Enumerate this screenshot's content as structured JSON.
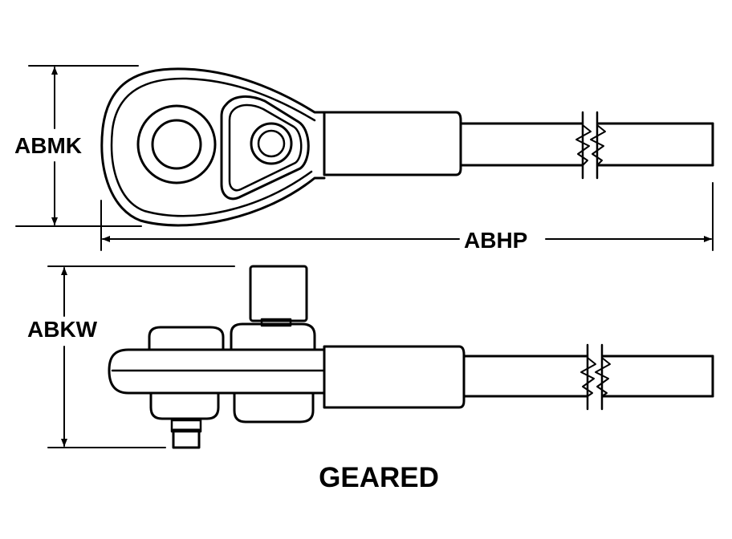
{
  "labels": {
    "height_dim": "ABMK",
    "length_dim": "ABHP",
    "width_dim": "ABKW",
    "caption": "GEARED"
  },
  "colors": {
    "ink": "#000000",
    "background": "#ffffff"
  }
}
